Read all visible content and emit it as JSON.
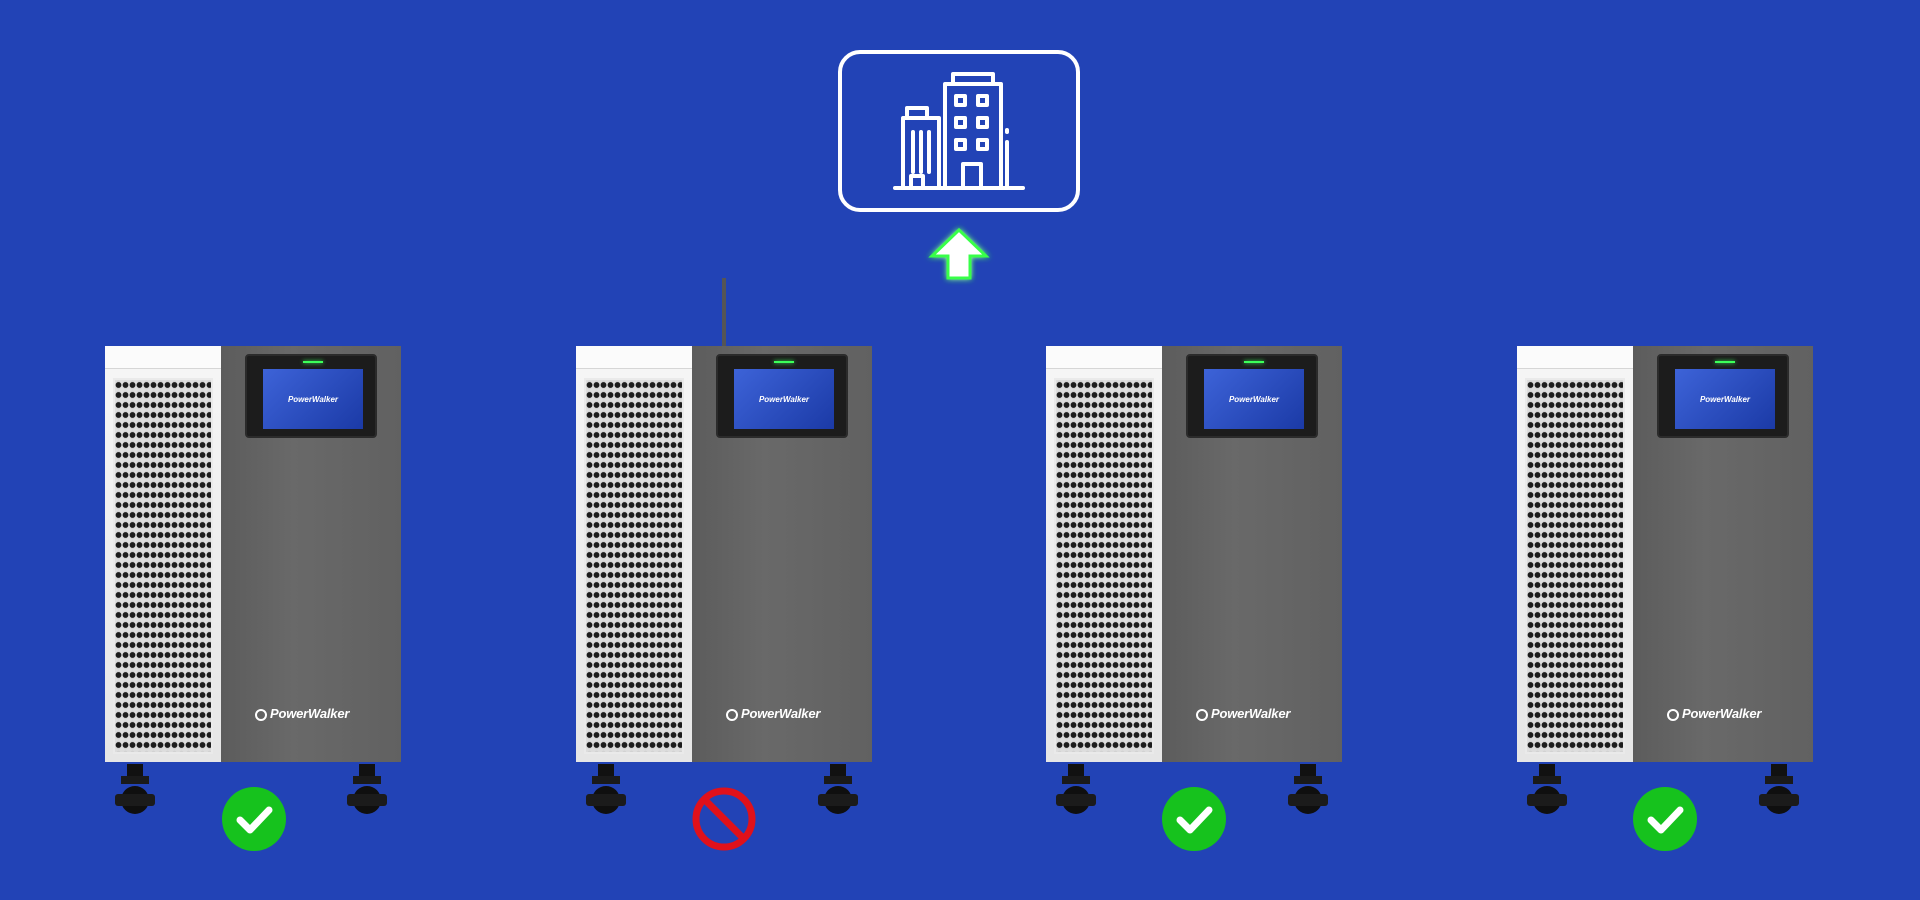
{
  "diagram": {
    "target": {
      "icon": "building-icon"
    },
    "units": [
      {
        "brand": "PowerWalker",
        "screen_brand": "PowerWalker",
        "status": "connected",
        "status_icon": "check-circle-icon"
      },
      {
        "brand": "PowerWalker",
        "screen_brand": "PowerWalker",
        "status": "disconnected",
        "status_icon": "prohibited-icon"
      },
      {
        "brand": "PowerWalker",
        "screen_brand": "PowerWalker",
        "status": "connected",
        "status_icon": "check-circle-icon"
      },
      {
        "brand": "PowerWalker",
        "screen_brand": "PowerWalker",
        "status": "connected",
        "status_icon": "check-circle-icon"
      }
    ],
    "colors": {
      "background": "#2243b6",
      "active_wire": "#39ff4a",
      "inactive_wire": "#4a4a4a",
      "ok": "#16c21d",
      "blocked": "#e0111b"
    }
  }
}
